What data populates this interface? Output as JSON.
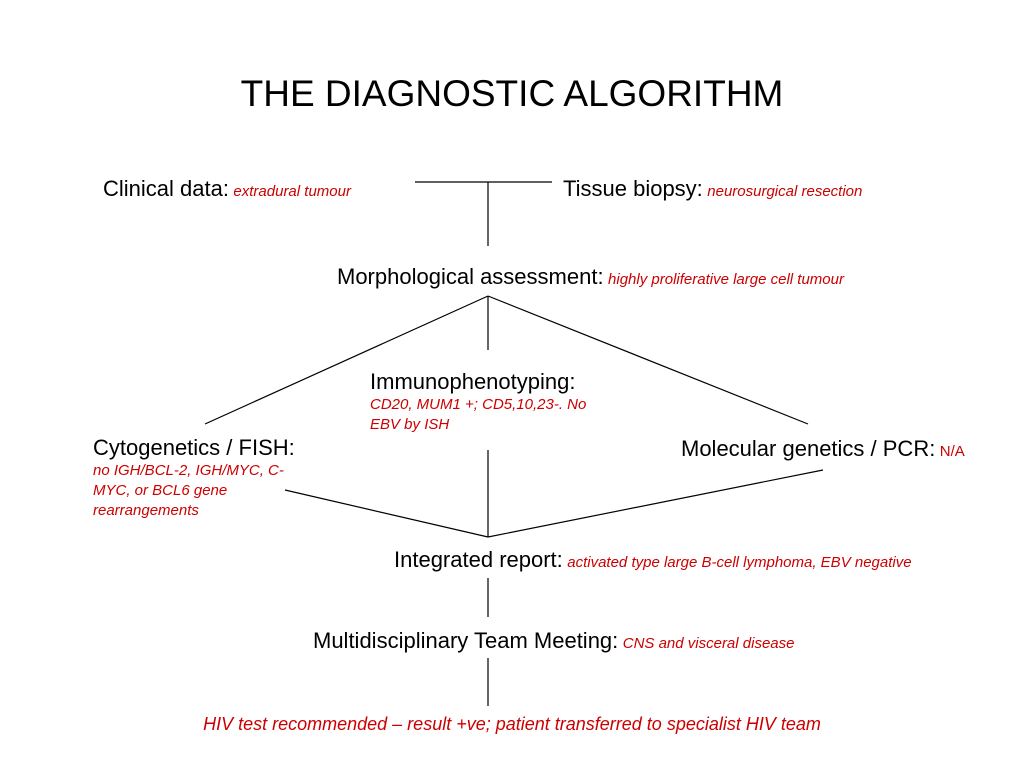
{
  "title": "THE DIAGNOSTIC ALGORITHM",
  "colors": {
    "text": "#000000",
    "annotation": "#cc0000",
    "connector": "#000000"
  },
  "clinical": {
    "label": "Clinical data:",
    "note": "extradural tumour"
  },
  "biopsy": {
    "label": "Tissue biopsy:",
    "note": "neurosurgical resection"
  },
  "morphology": {
    "label": "Morphological assessment:",
    "note": "highly proliferative large cell tumour"
  },
  "immuno": {
    "label": "Immunophenotyping:",
    "note_lines": [
      "CD20, MUM1 +; CD5,10,23-. No",
      "EBV by ISH"
    ]
  },
  "cytogenetics": {
    "label": "Cytogenetics / FISH:",
    "note_lines": [
      "no IGH/BCL-2, IGH/MYC, C-",
      "MYC, or BCL6 gene",
      "rearrangements"
    ]
  },
  "molecular": {
    "label": "Molecular genetics / PCR:",
    "note": "N/A"
  },
  "integrated": {
    "label": "Integrated report:",
    "note": "activated type large B-cell lymphoma, EBV negative"
  },
  "mdt": {
    "label": "Multidisciplinary Team Meeting:",
    "note": "CNS and visceral disease"
  },
  "conclusion": "HIV test recommended – result +ve; patient transferred to specialist HIV team"
}
